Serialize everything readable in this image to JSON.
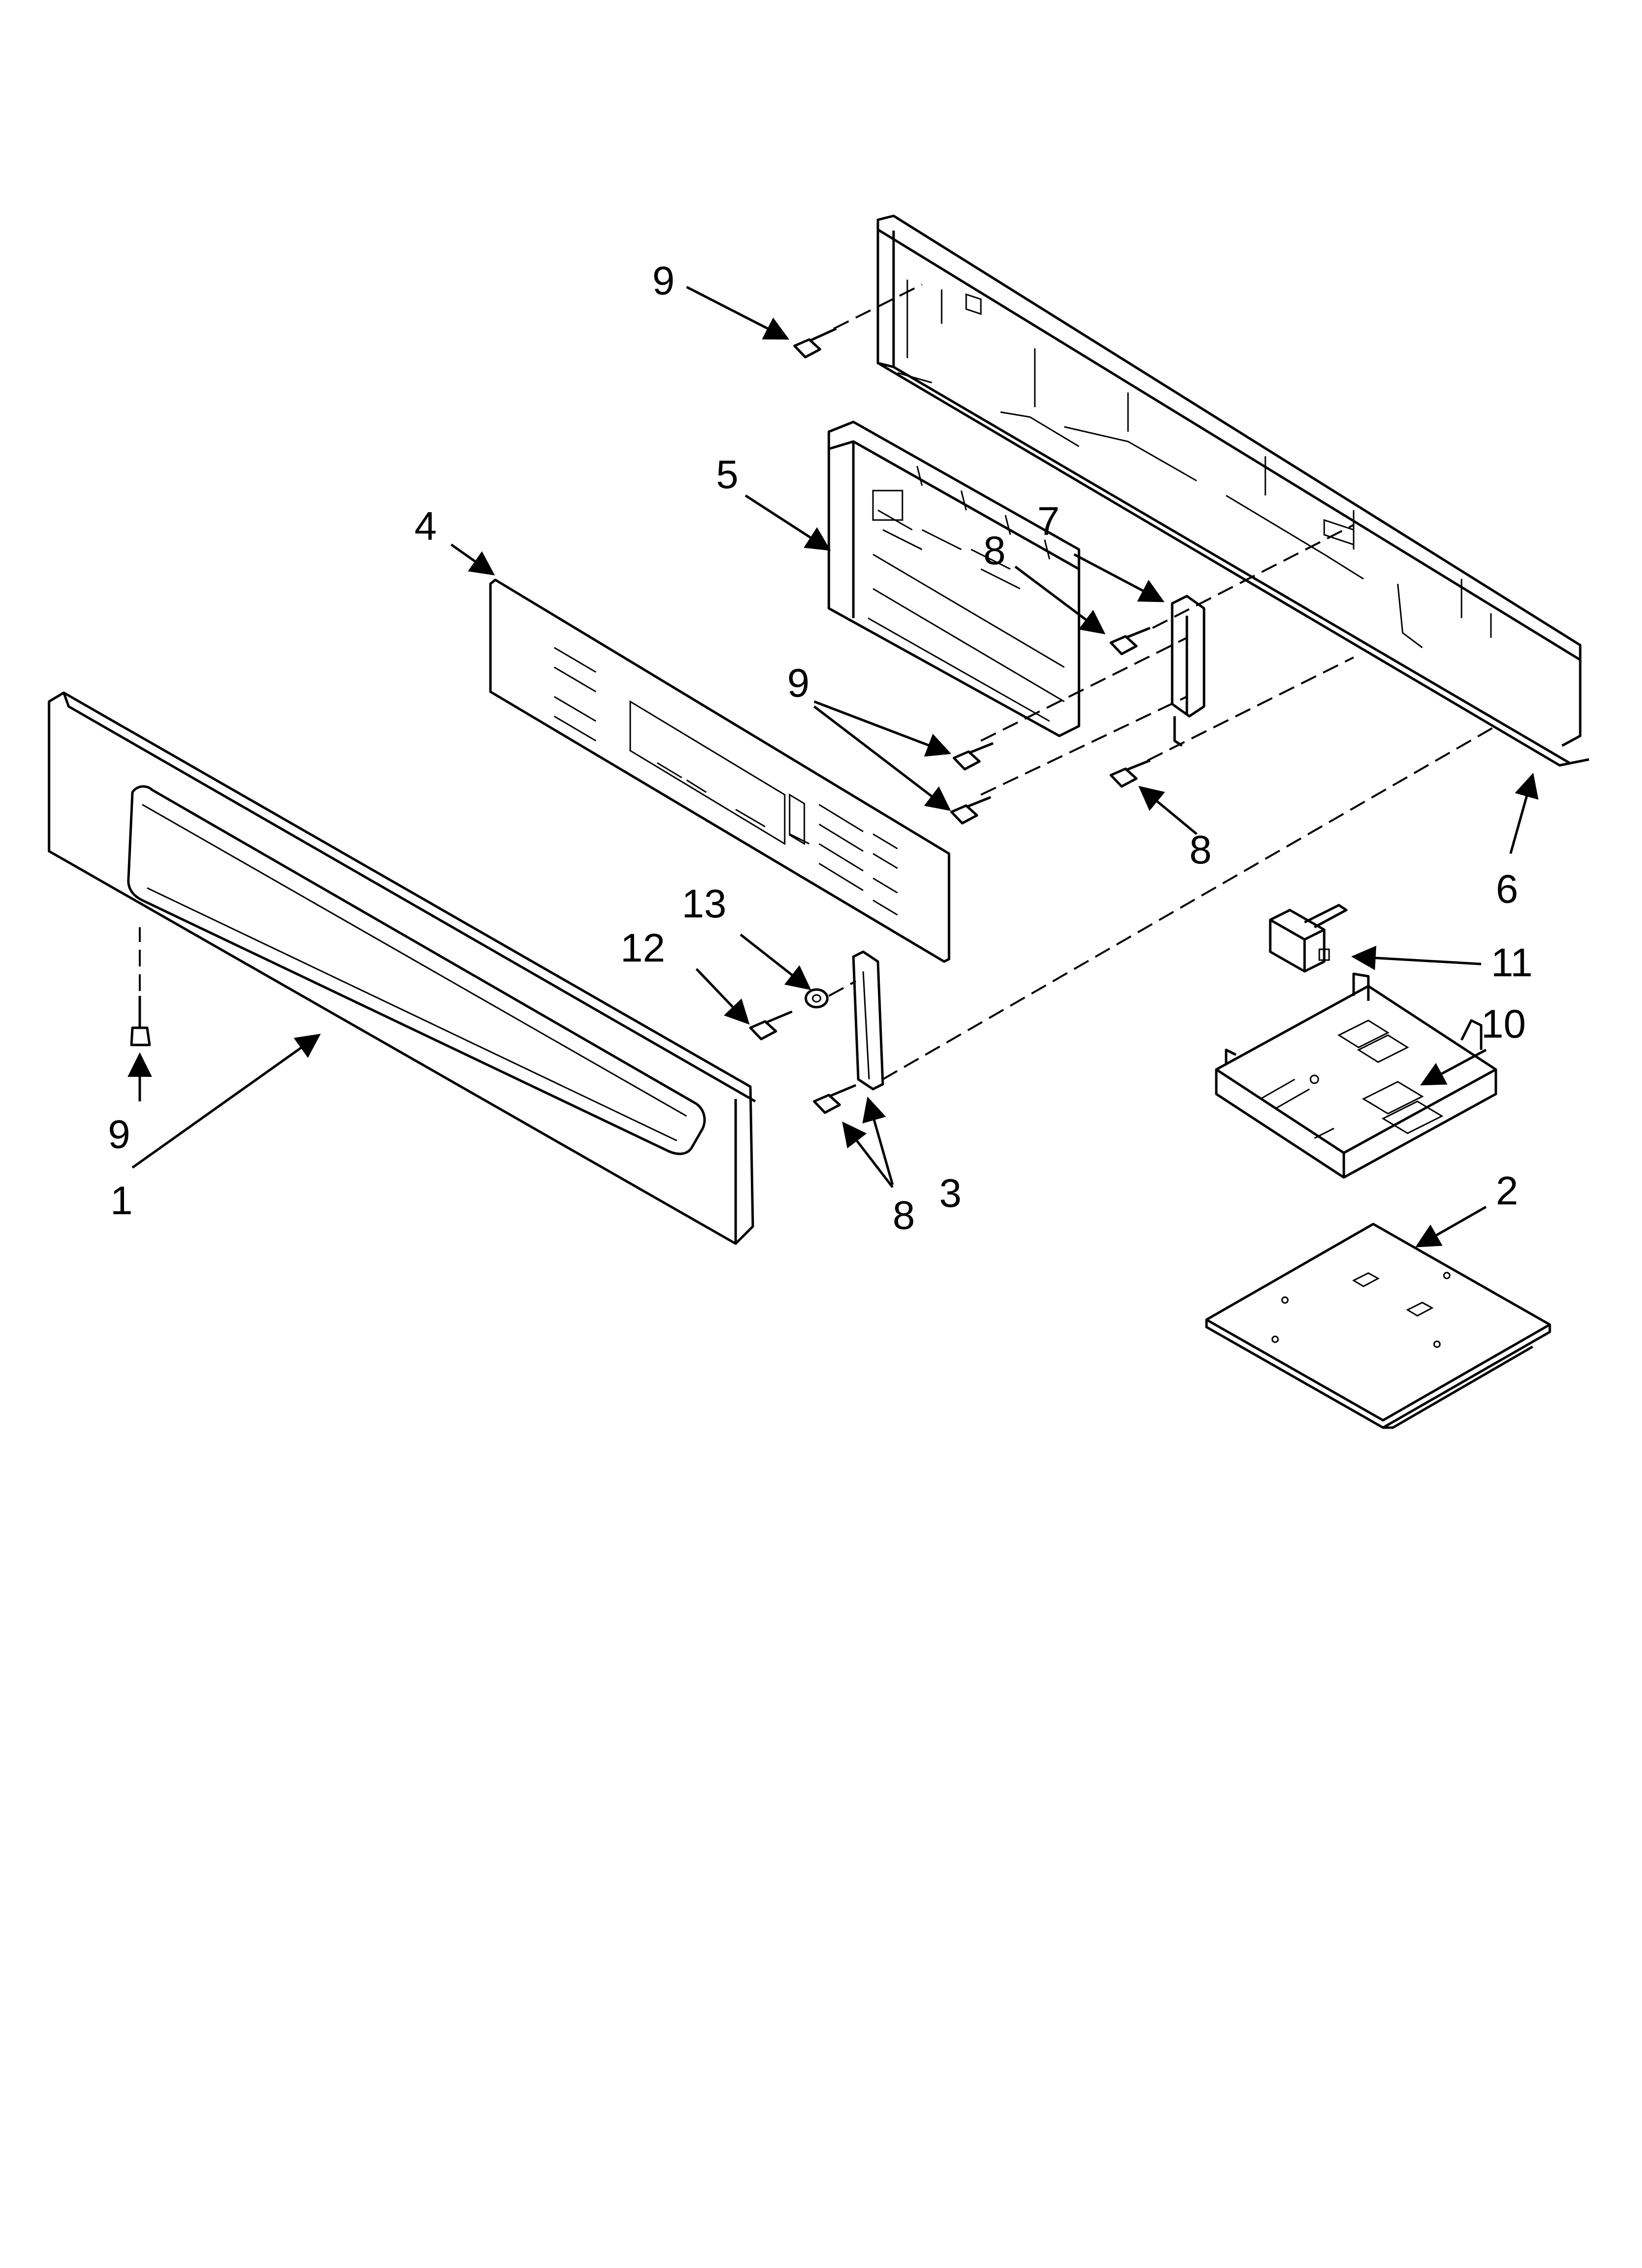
{
  "callouts": {
    "c1": "1",
    "c2": "2",
    "c3": "3",
    "c4": "4",
    "c5": "5",
    "c6": "6",
    "c7": "7",
    "c8a": "8",
    "c8b": "8",
    "c8c": "8",
    "c9a": "9",
    "c9b": "9",
    "c9c": "9",
    "c10": "10",
    "c11": "11",
    "c12": "12",
    "c13": "13"
  },
  "colors": {
    "line": "#000000",
    "background": "#ffffff"
  }
}
